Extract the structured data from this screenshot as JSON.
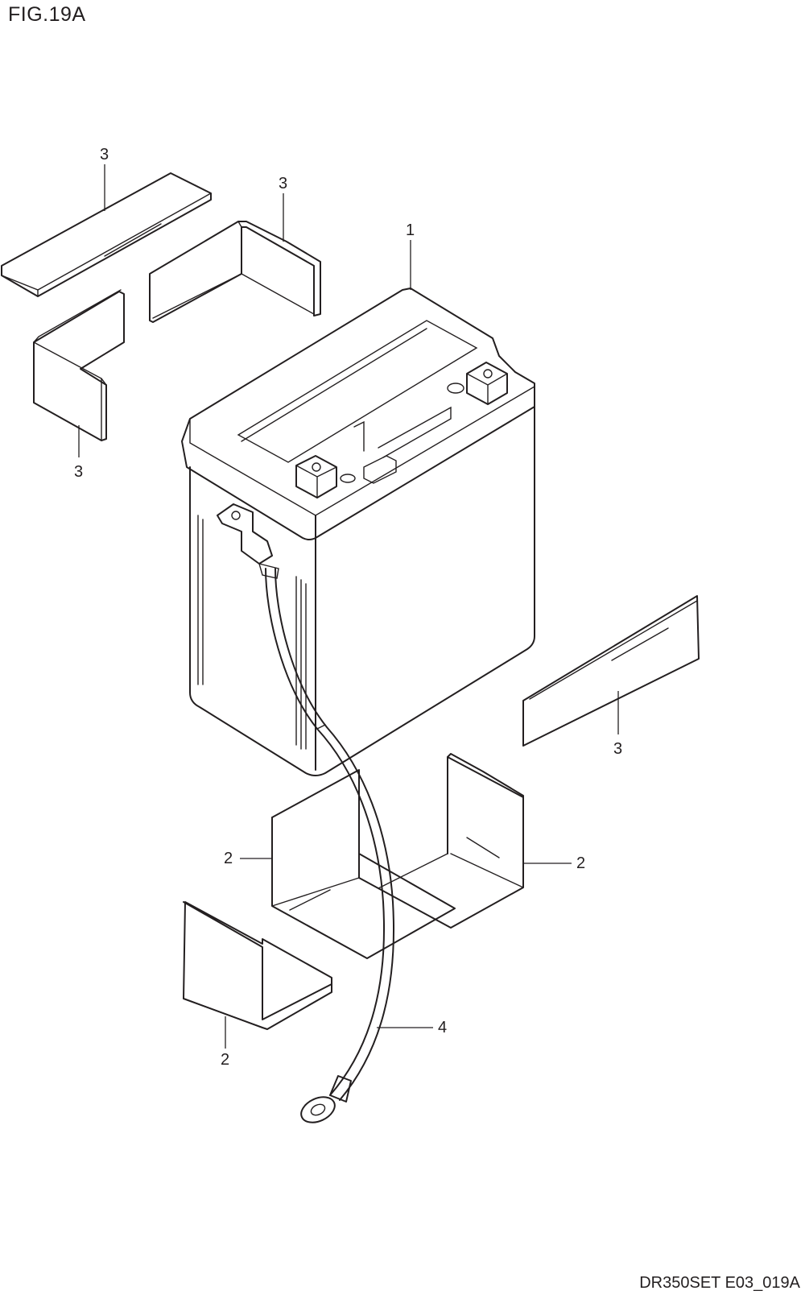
{
  "figure": {
    "title": "FIG.19A",
    "drawing_code": "DR350SET E03_019A"
  },
  "callouts": [
    {
      "ref": "1",
      "part": "battery"
    },
    {
      "ref": "2",
      "part": "battery-case-right"
    },
    {
      "ref": "2",
      "part": "battery-case-left"
    },
    {
      "ref": "2",
      "part": "battery-case-small"
    },
    {
      "ref": "3",
      "part": "pad-top-left"
    },
    {
      "ref": "3",
      "part": "pad-top-middle"
    },
    {
      "ref": "3",
      "part": "pad-left"
    },
    {
      "ref": "3",
      "part": "pad-right"
    },
    {
      "ref": "4",
      "part": "breather-hose"
    }
  ]
}
